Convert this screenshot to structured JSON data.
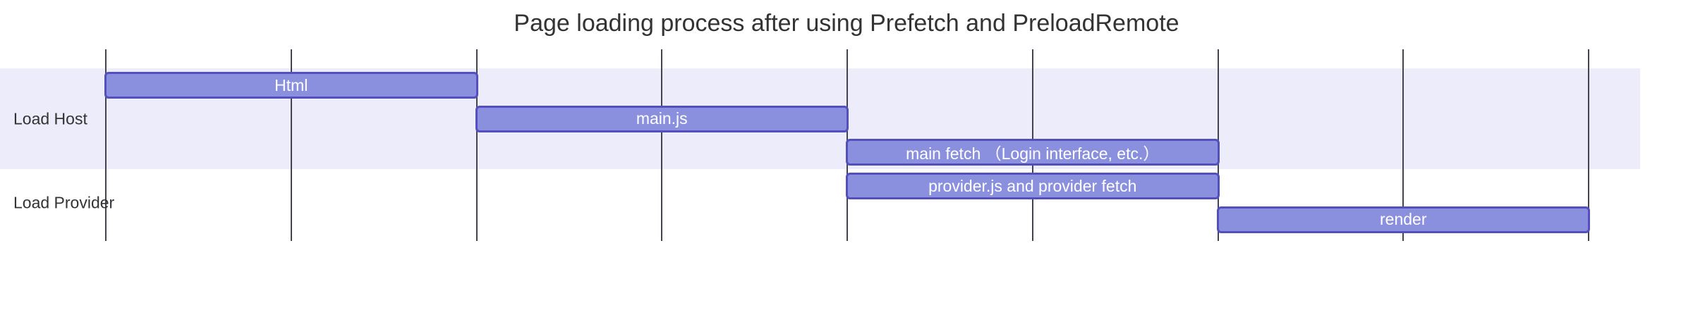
{
  "title": "Page loading process after using Prefetch and PreloadRemote",
  "colors": {
    "background": "#ffffff",
    "title_text": "#333333",
    "section_label_text": "#333333",
    "section_band": "#ececfa",
    "grid_line": "#42454f",
    "task_fill": "#8a90dd",
    "task_border": "#534fbc",
    "task_text": "#ffffff"
  },
  "chart_data": {
    "type": "gantt",
    "title": "Page loading process after using Prefetch and PreloadRemote",
    "axis": {
      "orientation": "horizontal-time",
      "time_units_total": 8,
      "gridline_count": 9,
      "tick_labels_visible": false,
      "grid": true
    },
    "legend": null,
    "sections": [
      {
        "name": "Load Host",
        "band_highlighted": true,
        "tasks": [
          {
            "label": "Html",
            "start": 0,
            "end": 2
          },
          {
            "label": "main.js",
            "start": 2,
            "end": 4
          },
          {
            "label": "main fetch （Login interface, etc.）",
            "start": 4,
            "end": 6
          }
        ]
      },
      {
        "name": "Load Provider",
        "band_highlighted": false,
        "tasks": [
          {
            "label": "provider.js and provider fetch",
            "start": 4,
            "end": 6
          },
          {
            "label": "render",
            "start": 6,
            "end": 8
          }
        ]
      }
    ]
  }
}
